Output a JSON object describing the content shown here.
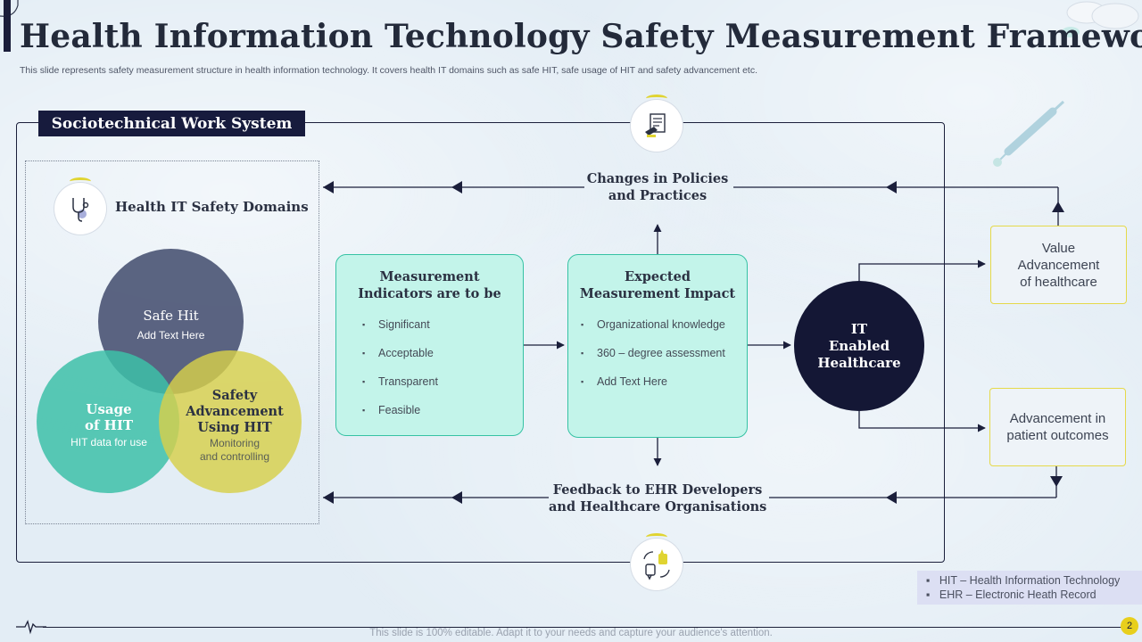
{
  "header": {
    "title": "Health Information Technology Safety Measurement Framework",
    "subtitle": "This slide represents safety measurement structure in health information technology. It covers health IT  domains such as safe HIT,  safe usage of HIT and safety advancement etc."
  },
  "system_label": "Sociotechnical Work System",
  "domains": {
    "heading": "Health IT Safety Domains",
    "icon": "stethoscope-icon",
    "safe_hit": {
      "title": "Safe Hit",
      "text": "Add Text Here"
    },
    "usage": {
      "title_line1": "Usage",
      "title_line2": "of HIT",
      "text": "HIT data for use"
    },
    "advancement": {
      "title_line1": "Safety",
      "title_line2": "Advancement",
      "title_line3": "Using HIT",
      "text_line1": "Monitoring",
      "text_line2": "and controlling"
    }
  },
  "indicators": {
    "title_line1": "Measurement",
    "title_line2": "Indicators are to be",
    "items": [
      "Significant",
      "Acceptable",
      "Transparent",
      "Feasible"
    ]
  },
  "impact": {
    "title_line1": "Expected",
    "title_line2": "Measurement Impact",
    "items": [
      "Organizational knowledge",
      "360 – degree assessment",
      "Add Text Here"
    ]
  },
  "it_circle": {
    "line1": "IT",
    "line2": "Enabled",
    "line3": "Healthcare"
  },
  "outcomes": {
    "value": {
      "line1": "Value",
      "line2": "Advancement",
      "line3": "of healthcare"
    },
    "patient": {
      "line1": "Advancement in",
      "line2": "patient outcomes"
    }
  },
  "flows": {
    "policies": {
      "line1": "Changes in Policies",
      "line2": "and Practices"
    },
    "feedback": {
      "line1": "Feedback to EHR Developers",
      "line2": "and Healthcare Organisations"
    }
  },
  "icons": {
    "top": "checklist-icon",
    "bottom": "thumbs-up-down-icon"
  },
  "legend": [
    "HIT – Health Information  Technology",
    "EHR – Electronic Heath Record"
  ],
  "footer": {
    "text": "This slide is 100% editable. Adapt it to your needs and capture your audience's attention.",
    "page_number": "2"
  },
  "colors": {
    "navy": "#141735",
    "teal_box": "#c3f4ea",
    "teal_border": "#36c2a4",
    "venn_gray": "#4f5877",
    "venn_teal": "#3dbfa8",
    "venn_yellow": "#d7d04a",
    "accent_yellow": "#e5d94a"
  }
}
